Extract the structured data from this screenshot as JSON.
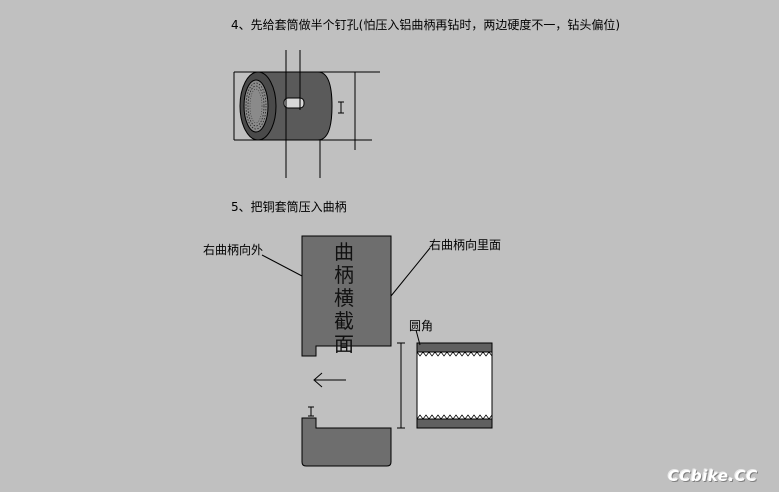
{
  "steps": {
    "step4": "4、先给套筒做半个钉孔(怕压入铝曲柄再钻时，两边硬度不一，钻头偏位)",
    "step5": "5、把铜套筒压入曲柄"
  },
  "labels": {
    "crank_outer": "右曲柄向外",
    "crank_inner": "右曲柄向里面",
    "round_corner": "圆角",
    "crank_section": [
      "曲",
      "柄",
      "横",
      "截",
      "面"
    ]
  },
  "watermark": "CCbike.CC",
  "colors": {
    "background": "#c0c0c0",
    "sleeve_dark": "#606060",
    "crank_fill": "#6e6e6e",
    "bore_white": "#ffffff",
    "line": "#000000"
  }
}
